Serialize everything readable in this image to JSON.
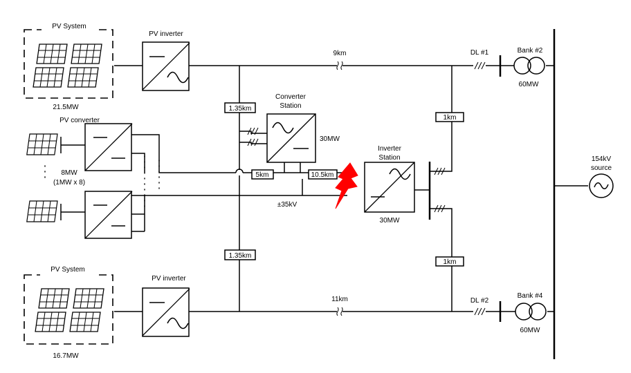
{
  "pv_system_top": {
    "title": "PV System",
    "capacity": "21.5MW"
  },
  "pv_system_bottom": {
    "title": "PV System",
    "capacity": "16.7MW"
  },
  "pv_inverter_top": {
    "label": "PV inverter"
  },
  "pv_inverter_bottom": {
    "label": "PV inverter"
  },
  "pv_converter": {
    "label": "PV converter",
    "capacity": "8MW",
    "note": "(1MW x 8)"
  },
  "converter_station": {
    "line1": "Converter",
    "line2": "Station",
    "capacity": "30MW"
  },
  "inverter_station": {
    "line1": "Inverter",
    "line2": "Station",
    "capacity": "30MW"
  },
  "dc_voltage": "±35kV",
  "lines": {
    "top_main": "9km",
    "bottom_main": "11km",
    "vert_top": "1.35km",
    "vert_bottom": "1.35km",
    "dc_5km": "5km",
    "dc_105km": "10.5km",
    "branch_top": "1km",
    "branch_bottom": "1km"
  },
  "dl1": "DL #1",
  "dl2": "DL #2",
  "bank2": {
    "label": "Bank #2",
    "capacity": "60MW"
  },
  "bank4": {
    "label": "Bank #4",
    "capacity": "60MW"
  },
  "source": {
    "line1": "154kV",
    "line2": "source"
  },
  "colors": {
    "fault": "#ff0000",
    "line": "#000000"
  },
  "icons": {
    "fault": "lightning-bolt-icon",
    "source": "ac-source-icon"
  }
}
